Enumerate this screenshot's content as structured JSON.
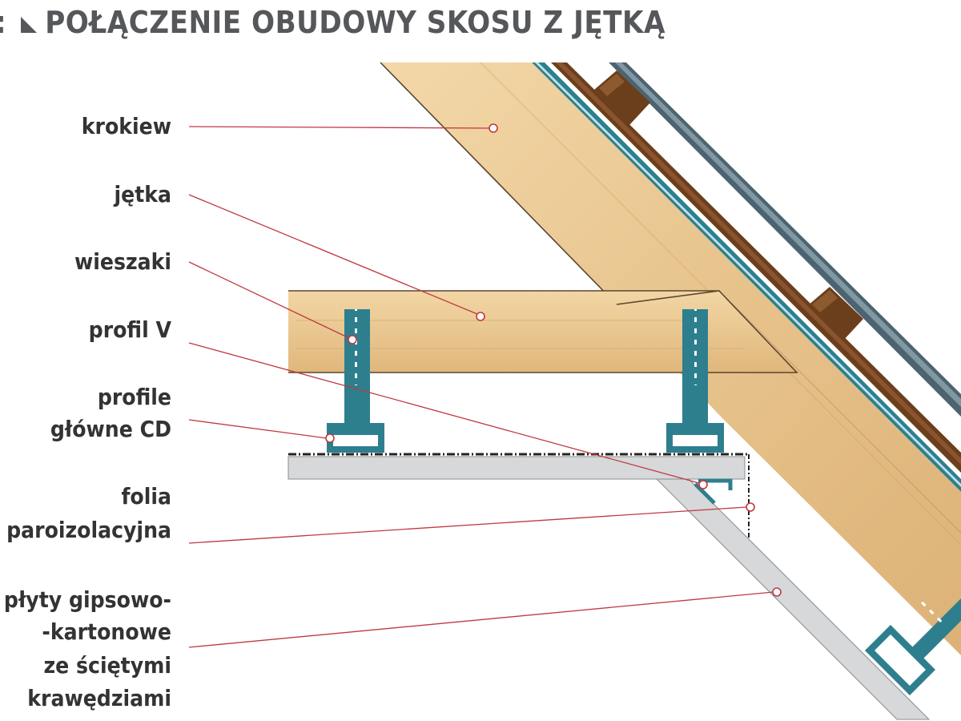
{
  "title": {
    "prefix": ":",
    "text": "POŁĄCZENIE OBUDOWY SKOSU Z JĘTKĄ"
  },
  "labels": {
    "krokiew": "krokiew",
    "jetka": "jętka",
    "wieszaki": "wieszaki",
    "profil_v": "profil V",
    "profile_glowne_1": "profile",
    "profile_glowne_2": "główne CD",
    "folia_1": "folia",
    "folia_2": "paroizolacyjna",
    "plyty_1": "płyty gipsowo-",
    "plyty_2": "-kartonowe",
    "plyty_3": "ze ściętymi",
    "plyty_4": "krawędziami"
  },
  "colors": {
    "wood": "#e8c48e",
    "wood_dark": "#b98a52",
    "batten": "#6b3e1c",
    "metal": "#2e7f8e",
    "roof_steel": "#4d6470",
    "gypsum": "#d6d8da",
    "leader": "#c0393f",
    "text": "#333333"
  },
  "icons": {
    "title_marker": "triangle-marker-icon",
    "leader_end": "circle-pointer-icon"
  }
}
